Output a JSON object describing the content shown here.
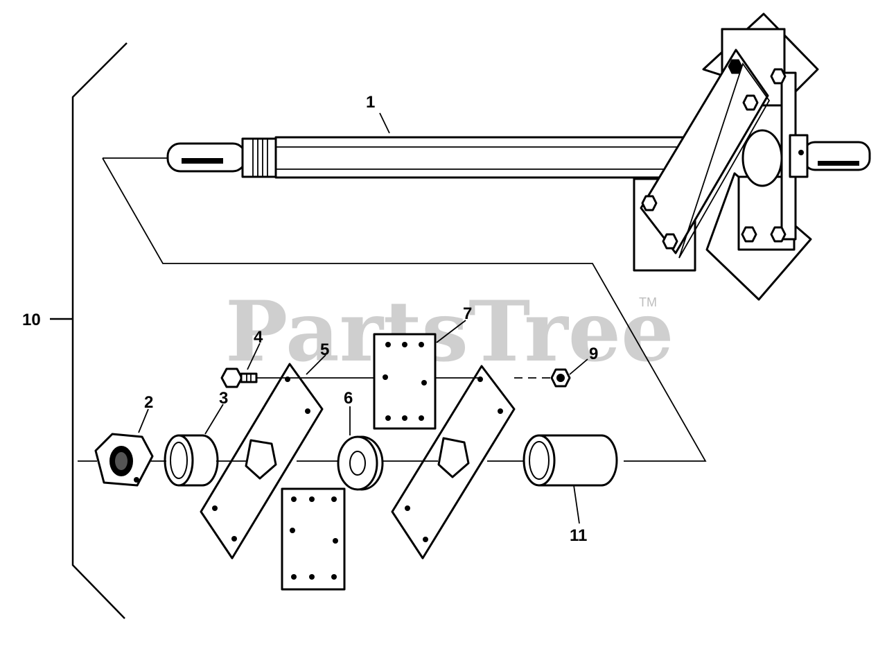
{
  "watermark": {
    "text": "PartsTree",
    "tm": "TM"
  },
  "callouts": [
    {
      "id": "1",
      "label": "1"
    },
    {
      "id": "2",
      "label": "2"
    },
    {
      "id": "3",
      "label": "3"
    },
    {
      "id": "4",
      "label": "4"
    },
    {
      "id": "5",
      "label": "5"
    },
    {
      "id": "6",
      "label": "6"
    },
    {
      "id": "7",
      "label": "7"
    },
    {
      "id": "9",
      "label": "9"
    },
    {
      "id": "10",
      "label": "10"
    },
    {
      "id": "11",
      "label": "11"
    }
  ]
}
